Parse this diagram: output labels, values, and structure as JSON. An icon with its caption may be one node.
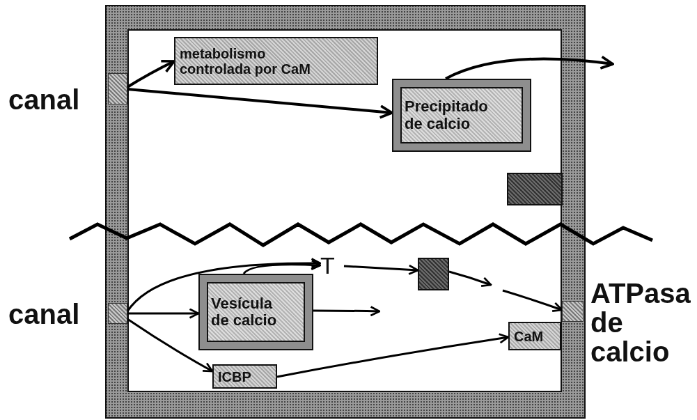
{
  "diagram": {
    "nodes": [
      {
        "text": [],
        "shape": "box",
        "beside": [
          "canal"
        ]
      },
      {
        "text": [
          "metabolismo controlada por CaM"
        ]
      },
      {
        "text": [
          "Precipitado de calcio"
        ]
      },
      {
        "text": [],
        "shape": "box"
      },
      {
        "text": [],
        "shape": "box",
        "beside": [
          "canal"
        ]
      },
      {
        "text": [
          "T"
        ]
      },
      {
        "text": [],
        "shape": "box"
      },
      {
        "text": [
          "Vesícula de calcio"
        ]
      },
      {
        "text": [
          "ICBP"
        ]
      },
      {
        "text": [
          "CaM"
        ]
      },
      {
        "text": [],
        "shape": "box",
        "beside": [
          "ATPasa de calcio"
        ]
      }
    ],
    "edges": [
      {
        "from": 0,
        "to": 1,
        "arrow": "to"
      },
      {
        "from": 0,
        "to": 2,
        "arrow": "to"
      },
      {
        "from": 2,
        "to": null,
        "arrow": "to"
      },
      {
        "from": 4,
        "to": 5,
        "arrow": "to"
      },
      {
        "from": 7,
        "to": 5,
        "arrow": "to"
      },
      {
        "from": 4,
        "to": 7,
        "arrow": "to"
      },
      {
        "from": 7,
        "to": null,
        "arrow": "to"
      },
      {
        "from": 4,
        "to": 8,
        "arrow": "to"
      },
      {
        "from": 5,
        "to": 6,
        "arrow": "to"
      },
      {
        "from": 6,
        "to": null,
        "arrow": "to"
      },
      {
        "from": null,
        "to": 10,
        "arrow": "to"
      },
      {
        "from": 8,
        "to": 9,
        "arrow": "to"
      }
    ]
  }
}
